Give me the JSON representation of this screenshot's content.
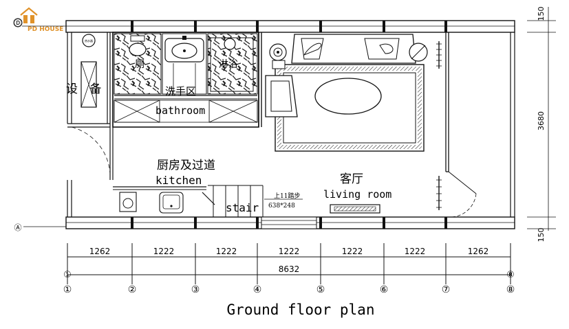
{
  "logo": {
    "text": "PD HOUSE",
    "color": "#e0922a"
  },
  "title": "Ground floor plan",
  "rooms": {
    "equipment": "设 备 房",
    "toilet": "厕",
    "shower": "淋浴",
    "washbasin": "洗手区",
    "bathroom": "bathroom",
    "kitchen_cn": "厨房及过道",
    "kitchen_en": "kitchen",
    "stair_en": "stair",
    "stair_note": "上11踏步",
    "stair_size": "638*248",
    "living_cn": "客厅",
    "living_en": "living room",
    "heater_tag": "热水器"
  },
  "dimensions": {
    "segments": [
      "1262",
      "1222",
      "1222",
      "1222",
      "1222",
      "1222",
      "1262"
    ],
    "total": "8632",
    "right": [
      "150",
      "3680",
      "150"
    ]
  },
  "axes": {
    "columns": [
      "①",
      "②",
      "③",
      "④",
      "⑤",
      "⑥",
      "⑦",
      "⑧"
    ],
    "upper_markers": [
      "①",
      "⑧"
    ],
    "rows": [
      "Ⓓ",
      "Ⓐ"
    ]
  },
  "colors": {
    "line": "#111111",
    "marble": "#333333",
    "accent": "#e0922a"
  }
}
